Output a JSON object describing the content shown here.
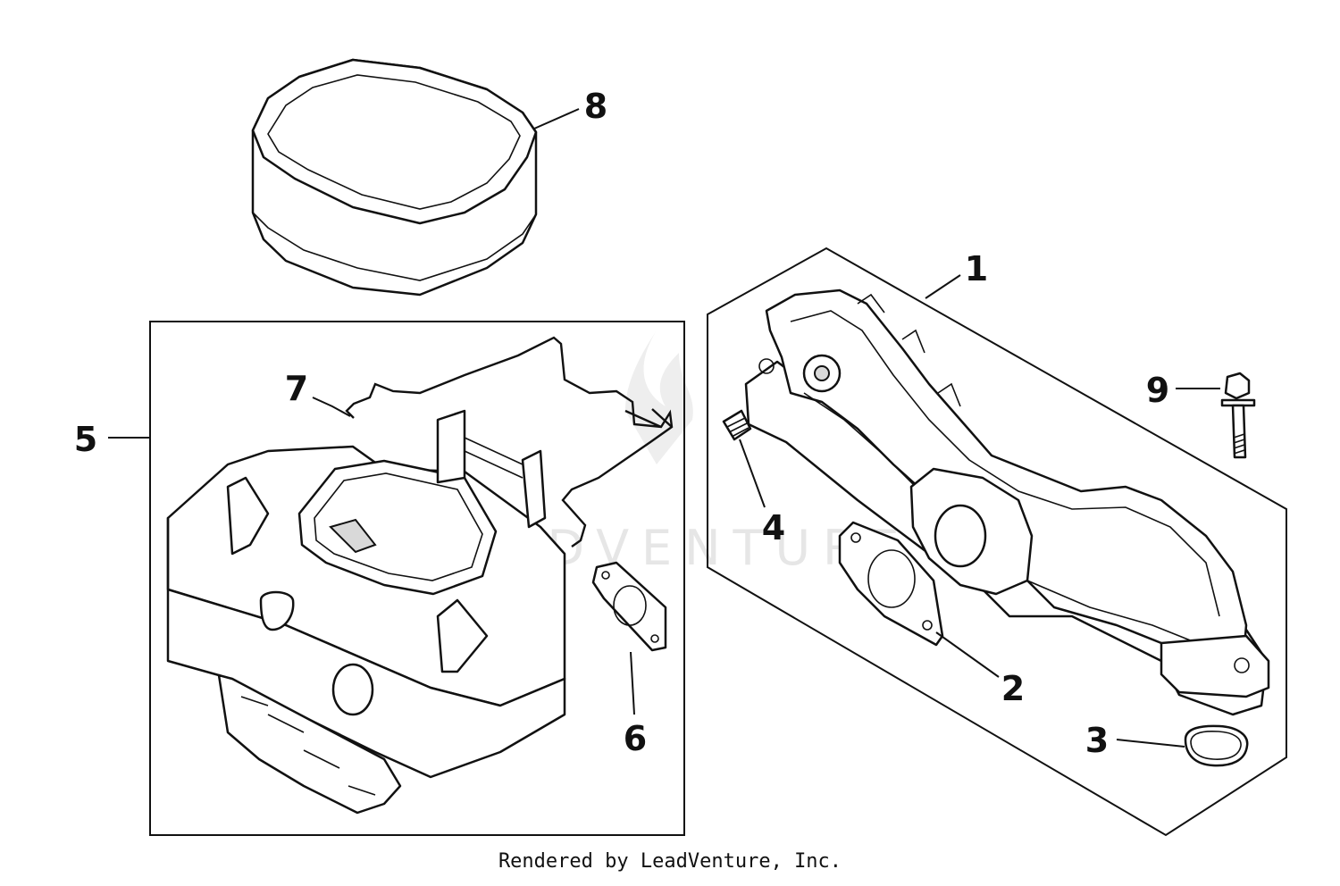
{
  "watermark": {
    "text": "LEADVENTURE"
  },
  "callouts": [
    {
      "id": "1",
      "label": "1"
    },
    {
      "id": "2",
      "label": "2"
    },
    {
      "id": "3",
      "label": "3"
    },
    {
      "id": "4",
      "label": "4"
    },
    {
      "id": "5",
      "label": "5"
    },
    {
      "id": "6",
      "label": "6"
    },
    {
      "id": "7",
      "label": "7"
    },
    {
      "id": "8",
      "label": "8"
    },
    {
      "id": "9",
      "label": "9"
    }
  ],
  "footer": {
    "credit": "Rendered by LeadVenture, Inc."
  }
}
